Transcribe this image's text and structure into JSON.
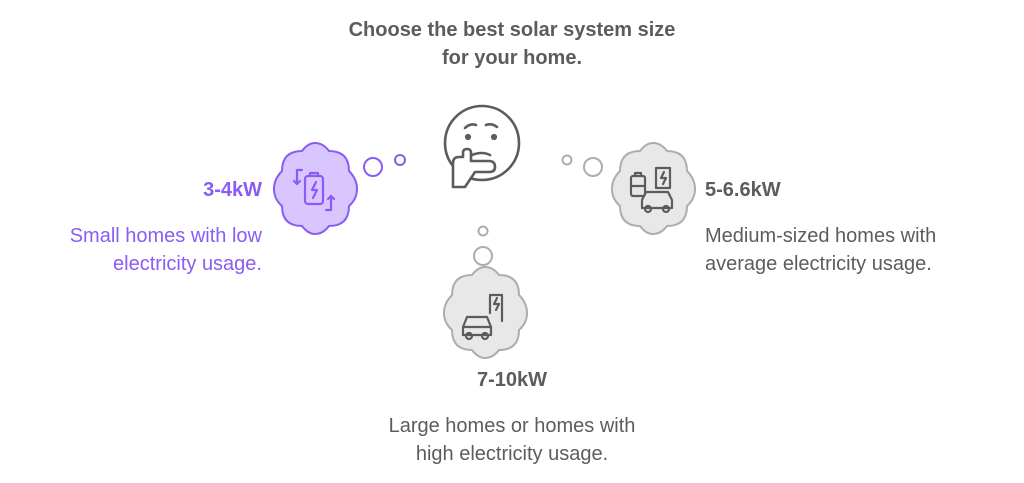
{
  "title": {
    "line1": "Choose the best solar system size",
    "line2": "for your home."
  },
  "colors": {
    "accent": "#8a5cf5",
    "accent_fill": "#d9c6ff",
    "neutral_text": "#5c5c5c",
    "neutral_fill": "#e8e8e8",
    "neutral_stroke": "#adadad"
  },
  "options": [
    {
      "id": "small",
      "size": "3-4kW",
      "desc_line1": "Small homes with low",
      "desc_line2": "electricity usage.",
      "icon": "battery-charging-icon",
      "highlighted": true
    },
    {
      "id": "medium",
      "size": "5-6.6kW",
      "desc_line1": "Medium-sized homes with",
      "desc_line2": "average electricity usage.",
      "icon": "ev-charging-station-icon",
      "highlighted": false
    },
    {
      "id": "large",
      "size": "7-10kW",
      "desc_line1": "Large homes or homes with",
      "desc_line2": "high electricity usage.",
      "icon": "car-charger-icon",
      "highlighted": false
    }
  ],
  "center_icon": "thinking-face-icon"
}
